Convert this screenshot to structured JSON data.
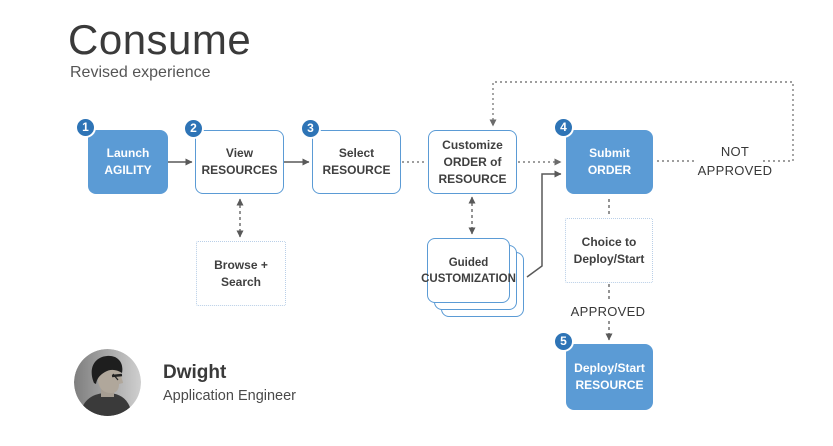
{
  "page": {
    "title": "Consume",
    "subtitle": "Revised experience"
  },
  "nodes": {
    "launch": {
      "badge": "1",
      "l1": "Launch",
      "l2": "AGILITY"
    },
    "view": {
      "badge": "2",
      "l1": "View",
      "l2": "RESOURCES"
    },
    "select": {
      "badge": "3",
      "l1": "Select",
      "l2": "RESOURCE"
    },
    "customize": {
      "l1": "Customize",
      "l2": "ORDER of",
      "l3": "RESOURCE"
    },
    "submit": {
      "badge": "4",
      "l1": "Submit",
      "l2": "ORDER"
    },
    "deploy": {
      "badge": "5",
      "l1": "Deploy/Start",
      "l2": "RESOURCE"
    },
    "browse": {
      "l1": "Browse +",
      "l2": "Search"
    },
    "guided": {
      "l1": "Guided",
      "l2": "CUSTOMIZATION"
    },
    "choice": {
      "l1": "Choice to",
      "l2": "Deploy/Start"
    }
  },
  "labels": {
    "not_approved_line1": "NOT",
    "not_approved_line2": "APPROVED",
    "approved": "APPROVED"
  },
  "profile": {
    "name": "Dwight",
    "role": "Application Engineer"
  },
  "colors": {
    "accent_blue": "#5b9bd5",
    "badge_blue": "#2e74b6",
    "line_dark": "#595959",
    "line_gray": "#7f7f7f",
    "text_dark": "#3f3f3f"
  }
}
